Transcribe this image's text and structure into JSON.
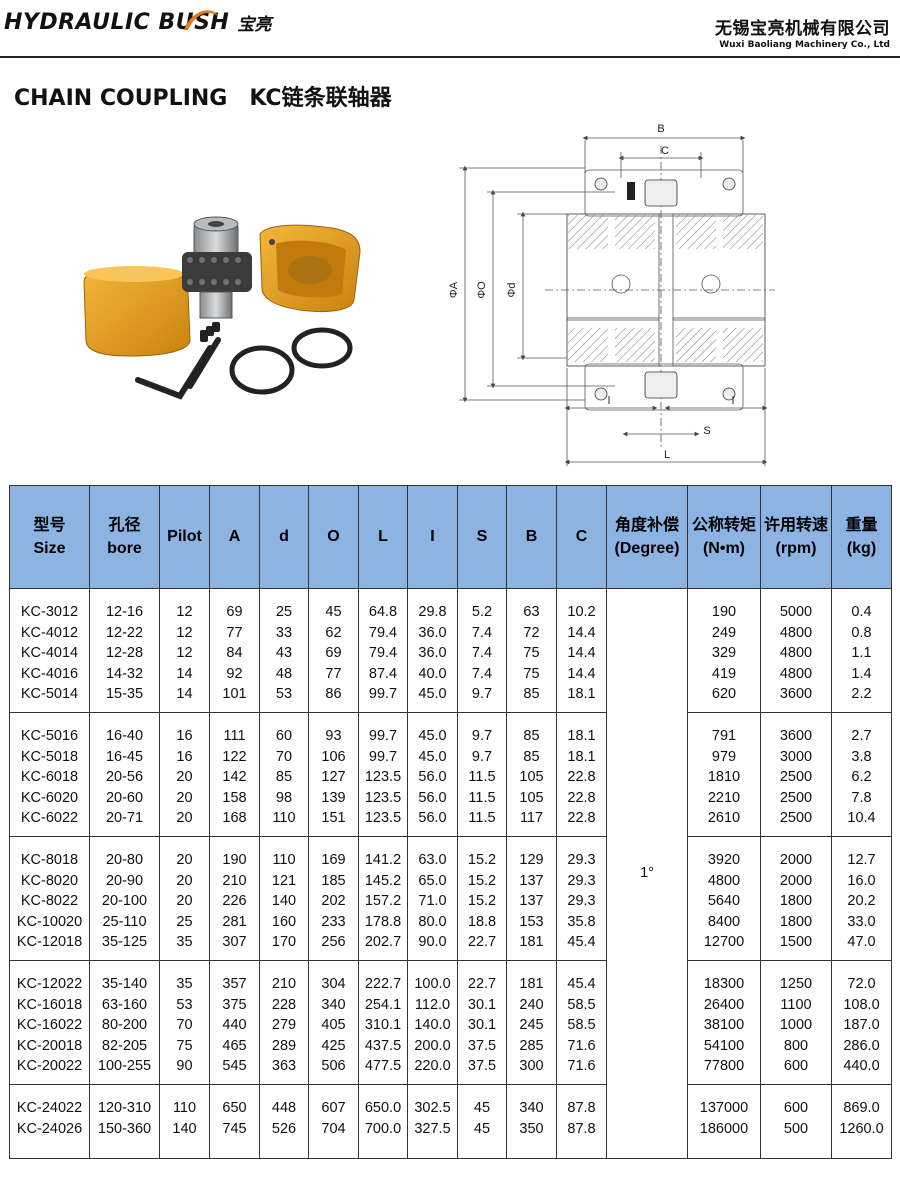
{
  "header": {
    "brand": "HYDRAULIC BUSH",
    "brand_cn": "宝亮",
    "company_cn": "无锡宝亮机械有限公司",
    "company_en": "Wuxi Baoliang Machinery Co., Ltd"
  },
  "title": {
    "en": "CHAIN COUPLING",
    "cn": "KC链条联轴器"
  },
  "drawing": {
    "labels": {
      "B": "B",
      "C": "C",
      "phiA": "ΦA",
      "phiO": "ΦO",
      "phid": "Φd",
      "l_left": "l",
      "l_right": "l",
      "S": "S",
      "L": "L"
    }
  },
  "table": {
    "headers": [
      {
        "cn": "型号",
        "en": "Size"
      },
      {
        "cn": "孔径",
        "en": "bore"
      },
      {
        "cn": "",
        "en": "Pilot"
      },
      {
        "cn": "",
        "en": "A"
      },
      {
        "cn": "",
        "en": "d"
      },
      {
        "cn": "",
        "en": "O"
      },
      {
        "cn": "",
        "en": "L"
      },
      {
        "cn": "",
        "en": "I"
      },
      {
        "cn": "",
        "en": "S"
      },
      {
        "cn": "",
        "en": "B"
      },
      {
        "cn": "",
        "en": "C"
      },
      {
        "cn": "角度补偿",
        "en": "(Degree)"
      },
      {
        "cn": "公称转矩",
        "en": "(N•m)"
      },
      {
        "cn": "许用转速",
        "en": "(rpm)"
      },
      {
        "cn": "重量",
        "en": "(kg)"
      }
    ],
    "degree": "1°",
    "groups": [
      [
        [
          "KC-3012",
          "12-16",
          "12",
          "69",
          "25",
          "45",
          "64.8",
          "29.8",
          "5.2",
          "63",
          "10.2",
          "190",
          "5000",
          "0.4"
        ],
        [
          "KC-4012",
          "12-22",
          "12",
          "77",
          "33",
          "62",
          "79.4",
          "36.0",
          "7.4",
          "72",
          "14.4",
          "249",
          "4800",
          "0.8"
        ],
        [
          "KC-4014",
          "12-28",
          "12",
          "84",
          "43",
          "69",
          "79.4",
          "36.0",
          "7.4",
          "75",
          "14.4",
          "329",
          "4800",
          "1.1"
        ],
        [
          "KC-4016",
          "14-32",
          "14",
          "92",
          "48",
          "77",
          "87.4",
          "40.0",
          "7.4",
          "75",
          "14.4",
          "419",
          "4800",
          "1.4"
        ],
        [
          "KC-5014",
          "15-35",
          "14",
          "101",
          "53",
          "86",
          "99.7",
          "45.0",
          "9.7",
          "85",
          "18.1",
          "620",
          "3600",
          "2.2"
        ]
      ],
      [
        [
          "KC-5016",
          "16-40",
          "16",
          "111",
          "60",
          "93",
          "99.7",
          "45.0",
          "9.7",
          "85",
          "18.1",
          "791",
          "3600",
          "2.7"
        ],
        [
          "KC-5018",
          "16-45",
          "16",
          "122",
          "70",
          "106",
          "99.7",
          "45.0",
          "9.7",
          "85",
          "18.1",
          "979",
          "3000",
          "3.8"
        ],
        [
          "KC-6018",
          "20-56",
          "20",
          "142",
          "85",
          "127",
          "123.5",
          "56.0",
          "11.5",
          "105",
          "22.8",
          "1810",
          "2500",
          "6.2"
        ],
        [
          "KC-6020",
          "20-60",
          "20",
          "158",
          "98",
          "139",
          "123.5",
          "56.0",
          "11.5",
          "105",
          "22.8",
          "2210",
          "2500",
          "7.8"
        ],
        [
          "KC-6022",
          "20-71",
          "20",
          "168",
          "110",
          "151",
          "123.5",
          "56.0",
          "11.5",
          "117",
          "22.8",
          "2610",
          "2500",
          "10.4"
        ]
      ],
      [
        [
          "KC-8018",
          "20-80",
          "20",
          "190",
          "110",
          "169",
          "141.2",
          "63.0",
          "15.2",
          "129",
          "29.3",
          "3920",
          "2000",
          "12.7"
        ],
        [
          "KC-8020",
          "20-90",
          "20",
          "210",
          "121",
          "185",
          "145.2",
          "65.0",
          "15.2",
          "137",
          "29.3",
          "4800",
          "2000",
          "16.0"
        ],
        [
          "KC-8022",
          "20-100",
          "20",
          "226",
          "140",
          "202",
          "157.2",
          "71.0",
          "15.2",
          "137",
          "29.3",
          "5640",
          "1800",
          "20.2"
        ],
        [
          "KC-10020",
          "25-110",
          "25",
          "281",
          "160",
          "233",
          "178.8",
          "80.0",
          "18.8",
          "153",
          "35.8",
          "8400",
          "1800",
          "33.0"
        ],
        [
          "KC-12018",
          "35-125",
          "35",
          "307",
          "170",
          "256",
          "202.7",
          "90.0",
          "22.7",
          "181",
          "45.4",
          "12700",
          "1500",
          "47.0"
        ]
      ],
      [
        [
          "KC-12022",
          "35-140",
          "35",
          "357",
          "210",
          "304",
          "222.7",
          "100.0",
          "22.7",
          "181",
          "45.4",
          "18300",
          "1250",
          "72.0"
        ],
        [
          "KC-16018",
          "63-160",
          "53",
          "375",
          "228",
          "340",
          "254.1",
          "112.0",
          "30.1",
          "240",
          "58.5",
          "26400",
          "1100",
          "108.0"
        ],
        [
          "KC-16022",
          "80-200",
          "70",
          "440",
          "279",
          "405",
          "310.1",
          "140.0",
          "30.1",
          "245",
          "58.5",
          "38100",
          "1000",
          "187.0"
        ],
        [
          "KC-20018",
          "82-205",
          "75",
          "465",
          "289",
          "425",
          "437.5",
          "200.0",
          "37.5",
          "285",
          "71.6",
          "54100",
          "800",
          "286.0"
        ],
        [
          "KC-20022",
          "100-255",
          "90",
          "545",
          "363",
          "506",
          "477.5",
          "220.0",
          "37.5",
          "300",
          "71.6",
          "77800",
          "600",
          "440.0"
        ]
      ],
      [
        [
          "KC-24022",
          "120-310",
          "110",
          "650",
          "448",
          "607",
          "650.0",
          "302.5",
          "45",
          "340",
          "87.8",
          "137000",
          "600",
          "869.0"
        ],
        [
          "KC-24026",
          "150-360",
          "140",
          "745",
          "526",
          "704",
          "700.0",
          "327.5",
          "45",
          "350",
          "87.8",
          "186000",
          "500",
          "1260.0"
        ]
      ]
    ]
  }
}
